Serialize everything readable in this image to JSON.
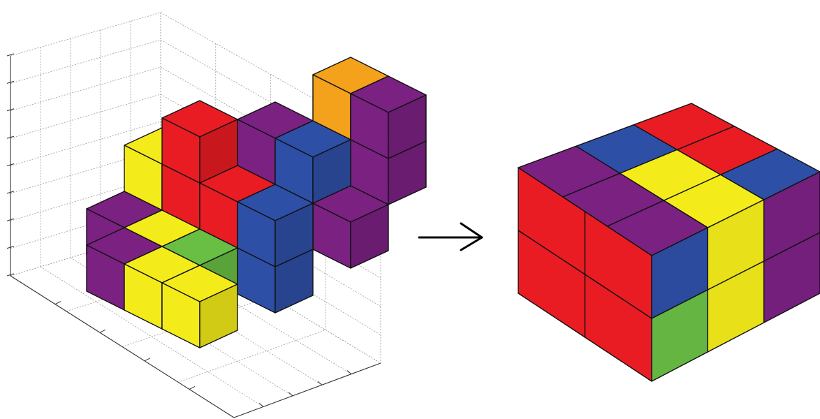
{
  "colors": {
    "red": "#E91C23",
    "blue": "#2E4FA6",
    "purple": "#7A2182",
    "yellow": "#F4EC1A",
    "orange": "#F4A11C",
    "green": "#69BE44"
  },
  "scattered_assembly": {
    "grid": "dotted",
    "pieces": [
      "purple",
      "yellow",
      "red",
      "blue",
      "orange",
      "green"
    ]
  },
  "arrow": {
    "direction": "right"
  },
  "assembled_cube": {
    "top_face": [
      [
        "red",
        "blue",
        "purple"
      ],
      [
        "red",
        "yellow",
        "purple"
      ],
      [
        "blue",
        "yellow",
        "purple"
      ]
    ],
    "front_face": [
      [
        "red",
        "red",
        "blue",
        "yellow",
        "purple"
      ],
      [
        "red",
        "red",
        "green",
        "yellow",
        "purple"
      ]
    ]
  }
}
